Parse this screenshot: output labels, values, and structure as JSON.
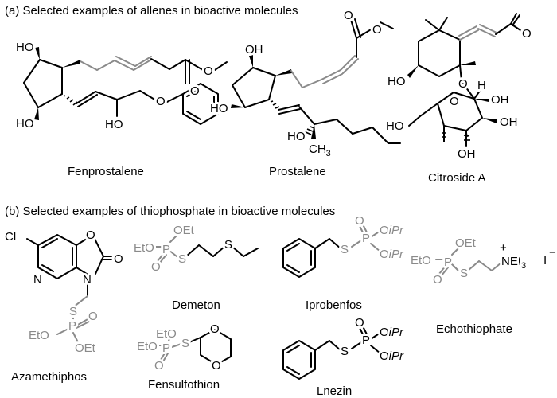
{
  "sections": {
    "a": "(a) Selected examples of allenes in bioactive molecules",
    "b": "(b) Selected examples of thiophosphate in bioactive molecules"
  },
  "names": {
    "fenprostalene": "Fenprostalene",
    "prostalene": "Prostalene",
    "citroside": "Citroside A",
    "azamethiphos": "Azamethiphos",
    "demeton": "Demeton",
    "iprobenfos": "Iprobenfos",
    "echothiophate": "Echothiophate",
    "fensulfothion": "Fensulfothion",
    "lnezin": "Lnezin"
  },
  "atoms": {
    "HO": "HO",
    "OH": "OH",
    "O": "O",
    "S": "S",
    "P": "P",
    "N": "N",
    "Cl": "Cl",
    "H": "H",
    "CH3": "CH",
    "sub3": "3",
    "OEt": "OEt",
    "EtO": "EtO",
    "iPr": "iPr",
    "OiPr": "O",
    "NEt3": "NEt",
    "plus": "+",
    "iodide": "I",
    "minus": "−"
  },
  "colors": {
    "ink": "#000000",
    "highlight": "#8a8a8a"
  }
}
